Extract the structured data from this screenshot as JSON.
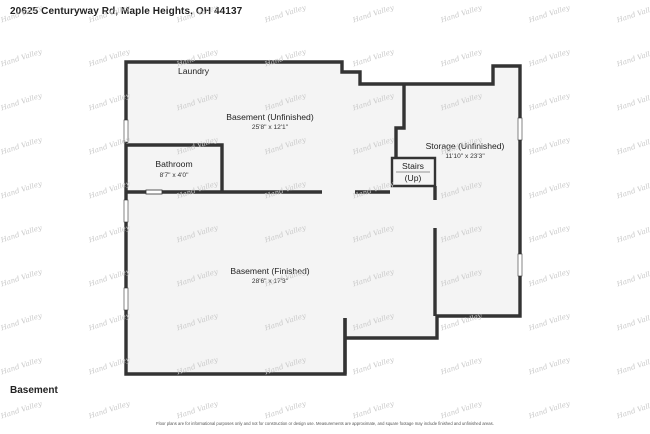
{
  "header": {
    "address": "20625 Centuryway Rd, Maple Heights, OH 44137"
  },
  "floor": {
    "label": "Basement"
  },
  "watermark": {
    "text": "Hand Valley"
  },
  "rooms": {
    "laundry": {
      "name": "Laundry"
    },
    "basement_unfinished": {
      "name": "Basement (Unfinished)",
      "dims": "25'8\" x 12'1\""
    },
    "storage": {
      "name": "Storage (Unfinished)",
      "dims": "11'10\" x 23'3\""
    },
    "stairs": {
      "name": "Stairs",
      "sub": "(Up)"
    },
    "bathroom": {
      "name": "Bathroom",
      "dims": "8'7\" x 4'0\""
    },
    "basement_finished": {
      "name": "Basement (Finished)",
      "dims": "28'6\" x 17'3\""
    }
  },
  "footer": {
    "disclaimer": "Floor plans are for informational purposes only and not for construction or design use. Measurements are approximate, and square footage may include finished and unfinished areas."
  },
  "colors": {
    "wall": "#333333",
    "floor": "#f4f4f4",
    "window": "#ffffff"
  }
}
